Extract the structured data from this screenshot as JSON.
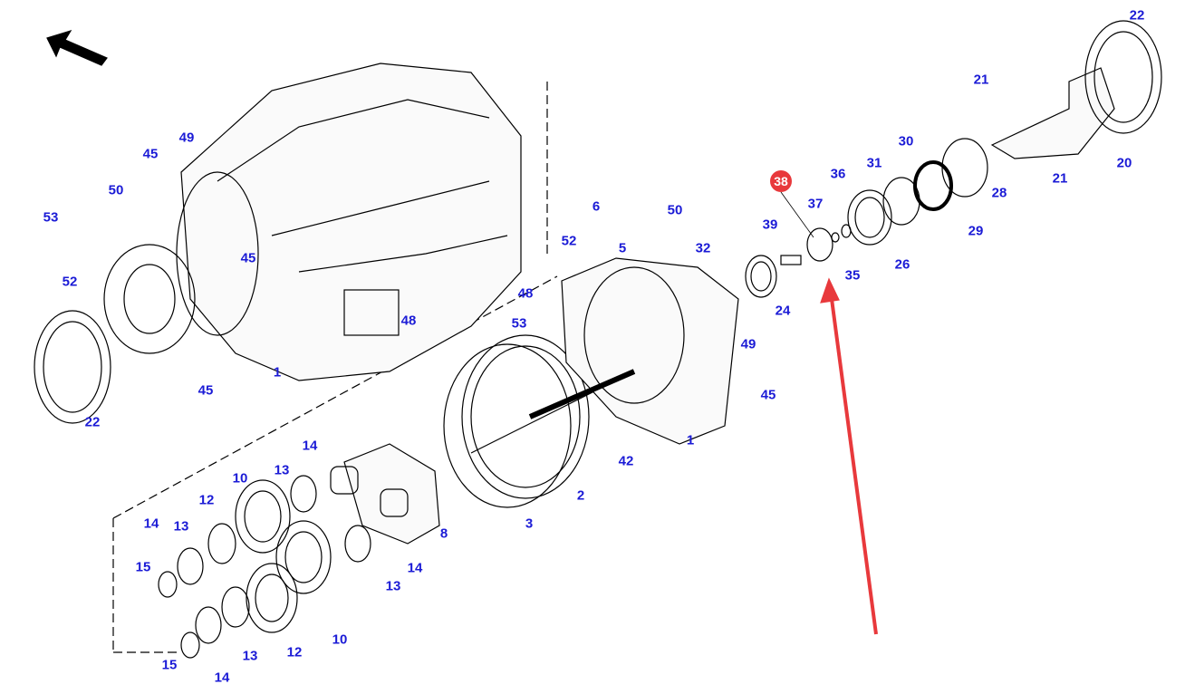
{
  "diagram": {
    "highlight_color": "#e8393c",
    "label_color": "#1b1bd6",
    "highlighted_part": "38",
    "labels": [
      "22",
      "21",
      "21",
      "20",
      "30",
      "31",
      "28",
      "29",
      "36",
      "37",
      "39",
      "35",
      "26",
      "24",
      "32",
      "50",
      "6",
      "5",
      "52",
      "48",
      "53",
      "49",
      "45",
      "1",
      "42",
      "2",
      "3",
      "8",
      "14",
      "13",
      "10",
      "12",
      "14",
      "13",
      "15",
      "14",
      "13",
      "10",
      "12",
      "13",
      "15",
      "14",
      "45",
      "49",
      "50",
      "53",
      "52",
      "45",
      "48",
      "1",
      "45",
      "22"
    ]
  }
}
